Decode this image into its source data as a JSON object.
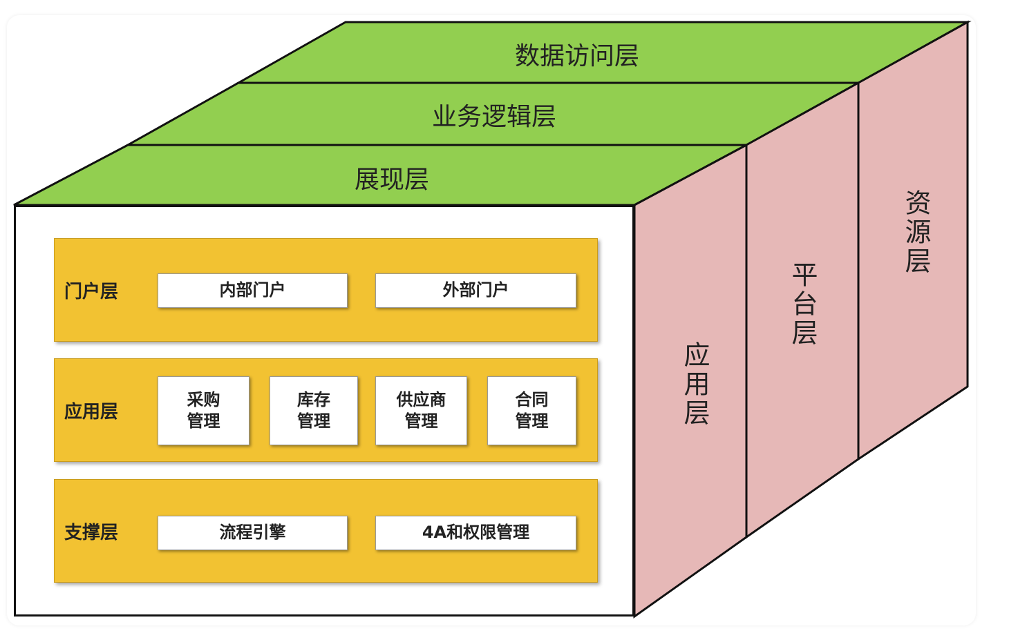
{
  "top_layers": [
    "数据访问层",
    "业务逻辑层",
    "展现层"
  ],
  "side_layers": [
    "应用层",
    "平台层",
    "资源层"
  ],
  "bands": [
    {
      "label": "门户层",
      "boxes": [
        "内部门户",
        "外部门户"
      ]
    },
    {
      "label": "应用层",
      "boxes": [
        "采购\n管理",
        "库存\n管理",
        "供应商\n管理",
        "合同\n管理"
      ]
    },
    {
      "label": "支撑层",
      "boxes": [
        "流程引擎",
        "4A和权限管理"
      ]
    }
  ],
  "colors": {
    "top_green": "#92cf50",
    "side_pink": "#e6b8b7",
    "band_yellow": "#f2c232",
    "outline": "#111111"
  }
}
